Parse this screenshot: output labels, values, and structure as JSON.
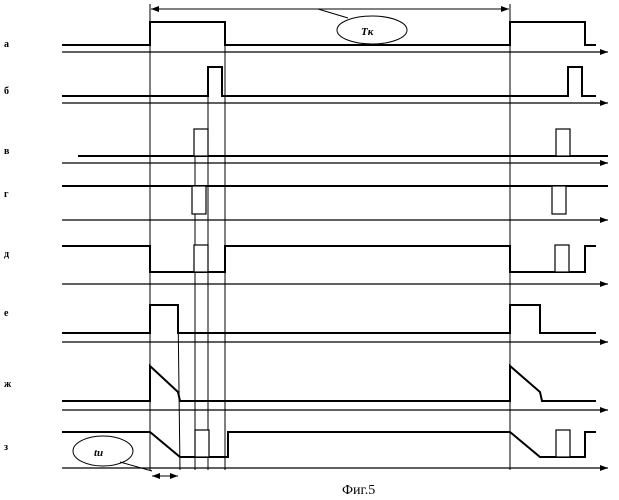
{
  "figure": {
    "caption": "Фиг.5",
    "channels": [
      {
        "id": "a",
        "label": "а"
      },
      {
        "id": "b",
        "label": "б"
      },
      {
        "id": "v",
        "label": "в"
      },
      {
        "id": "g",
        "label": "г"
      },
      {
        "id": "d",
        "label": "д"
      },
      {
        "id": "e",
        "label": "е"
      },
      {
        "id": "zh",
        "label": "ж"
      },
      {
        "id": "z",
        "label": "з"
      }
    ],
    "period_label": "Tк",
    "pulse_label": "tи"
  }
}
